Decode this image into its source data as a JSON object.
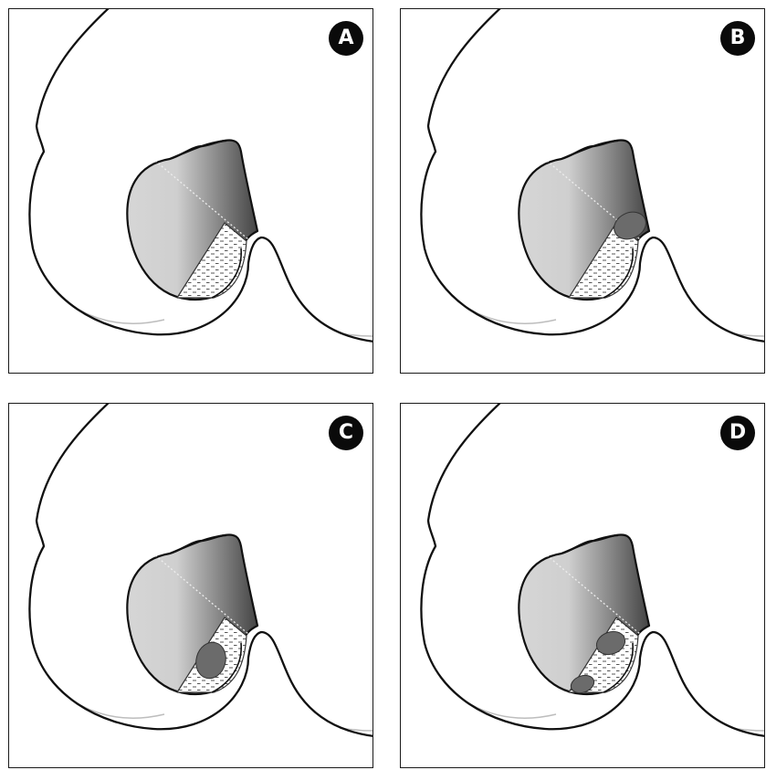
{
  "panels": [
    {
      "label": "A",
      "lesion_count": 0
    },
    {
      "label": "B",
      "lesion_count": 1
    },
    {
      "label": "C",
      "lesion_count": 1
    },
    {
      "label": "D",
      "lesion_count": 2
    }
  ],
  "colors": {
    "outline": "#111111",
    "stomach_light": "#d2d2d2",
    "stomach_dark": "#4a4a4a",
    "lesion": "#6b6b6b",
    "hatch_dash": "#555555",
    "panel_border": "#1a1a1a",
    "badge_bg": "#0a0a0a",
    "badge_text": "#ffffff"
  }
}
